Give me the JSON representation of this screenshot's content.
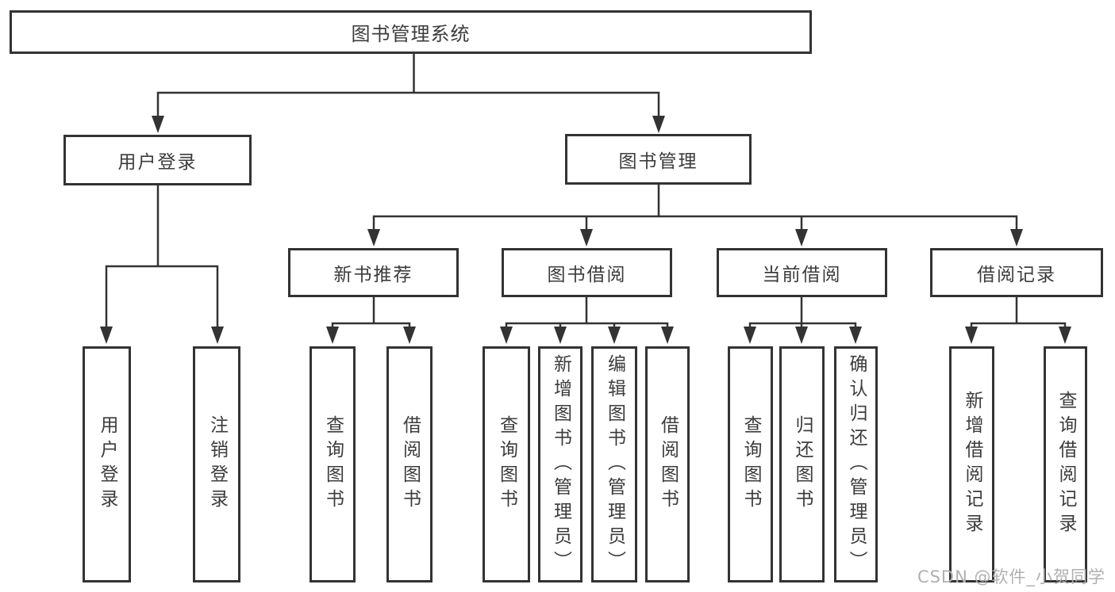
{
  "diagram_type": "hierarchy",
  "title_node": "图书管理系统",
  "branches": [
    {
      "label": "用户登录",
      "children": [
        "用户登录",
        "注销登录"
      ]
    },
    {
      "label": "图书管理",
      "children": [
        {
          "label": "新书推荐",
          "children": [
            "查询图书",
            "借阅图书"
          ]
        },
        {
          "label": "图书借阅",
          "children": [
            "查询图书",
            "新增图书（管理员）",
            "编辑图书（管理员）",
            "借阅图书"
          ]
        },
        {
          "label": "当前借阅",
          "children": [
            "查询图书",
            "归还图书",
            "确认归还（管理员）"
          ]
        },
        {
          "label": "借阅记录",
          "children": [
            "新增借阅记录",
            "查询借阅记录"
          ]
        }
      ]
    }
  ],
  "watermark": "CSDN @软件_小贺同学",
  "colors": {
    "line": "#333333",
    "text": "#3c3c3c",
    "watermark": "#b0b0b0",
    "background": "#ffffff"
  }
}
